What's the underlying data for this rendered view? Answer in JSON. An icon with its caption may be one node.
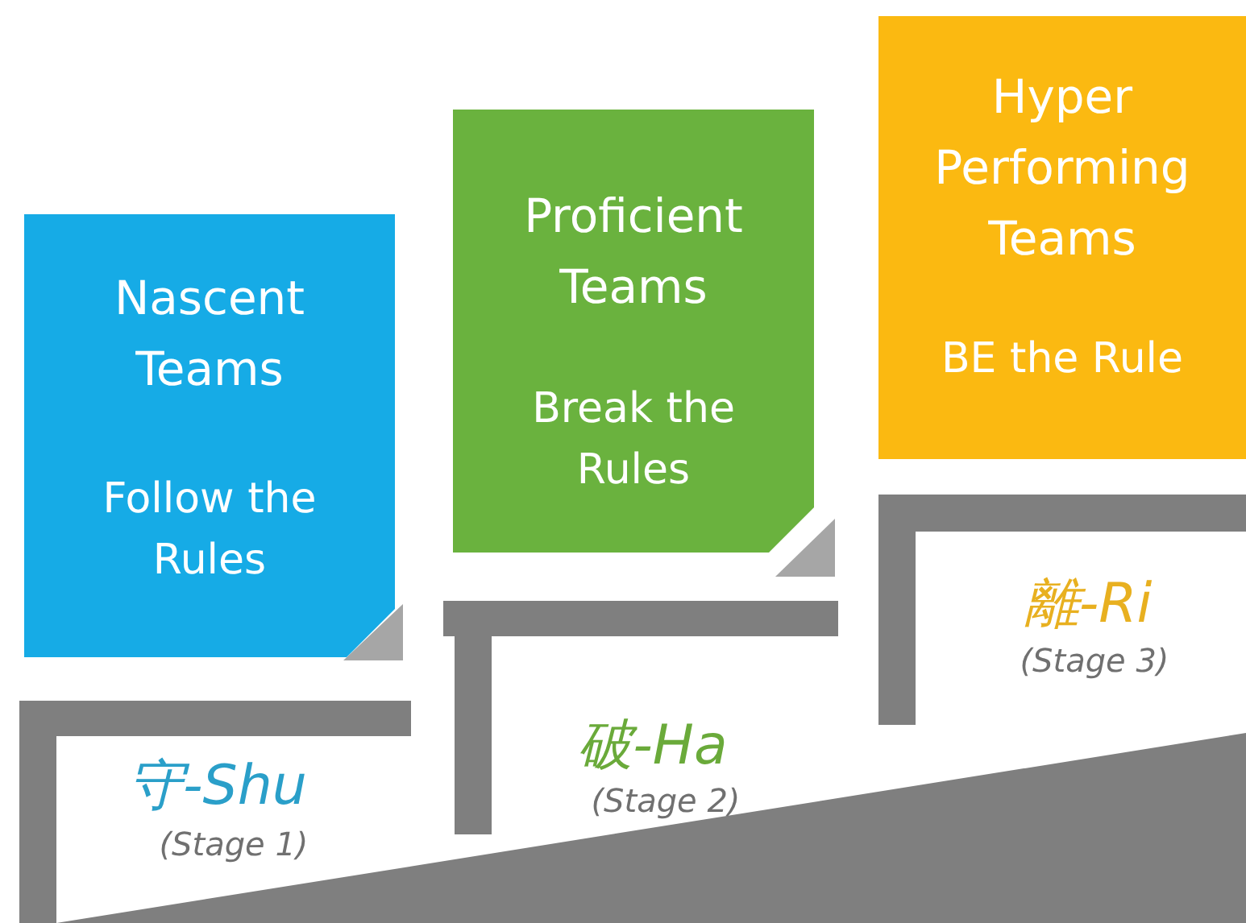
{
  "diagram": {
    "nodes": [
      {
        "text": [
          "Nascent Teams",
          "Follow the Rules"
        ]
      },
      {
        "text": [
          "Proficient Teams",
          "Break the Rules"
        ]
      },
      {
        "text": [
          "Hyper Performing Teams",
          "BE the Rule"
        ]
      }
    ],
    "labels": [
      "守-Shu",
      "(Stage 1)",
      "破-Ha",
      "(Stage 2)",
      "離-Ri",
      "(Stage 3)"
    ]
  }
}
